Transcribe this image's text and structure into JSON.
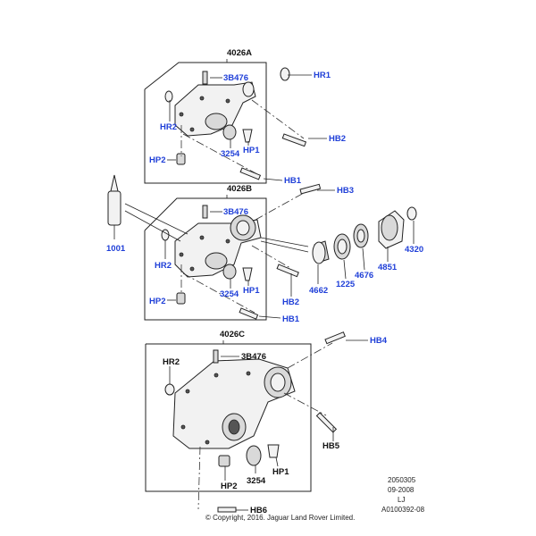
{
  "assemblies": {
    "a": {
      "header": "4026A",
      "labels": {
        "hr1": "HR1",
        "b476": "3B476",
        "hr2": "HR2",
        "hb2": "HB2",
        "hp1": "HP1",
        "hp2": "HP2",
        "s3254": "3254",
        "hb1": "HB1"
      }
    },
    "b": {
      "header": "4026B",
      "labels": {
        "hb3": "HB3",
        "b476": "3B476",
        "hr2": "HR2",
        "hp1": "HP1",
        "hp2": "HP2",
        "s3254": "3254",
        "hb2": "HB2",
        "hb1": "HB1"
      }
    },
    "c": {
      "header": "4026C",
      "labels": {
        "hb4": "HB4",
        "b476": "3B476",
        "hr2": "HR2",
        "hb5": "HB5",
        "hp1": "HP1",
        "hp2": "HP2",
        "s3254": "3254",
        "hb6": "HB6"
      }
    }
  },
  "loose_parts": {
    "p1001": "1001",
    "p4662": "4662",
    "p1225": "1225",
    "p4676": "4676",
    "p4851": "4851",
    "p4320": "4320"
  },
  "footer": {
    "ref_number": "2050305",
    "date": "09-2008",
    "initials": "LJ",
    "image_code": "A0100392-08",
    "copyright": "© Copyright, 2016. Jaguar Land Rover Limited."
  },
  "colors": {
    "label": "#1f3fd8",
    "header": "#111111",
    "line": "#222222"
  }
}
